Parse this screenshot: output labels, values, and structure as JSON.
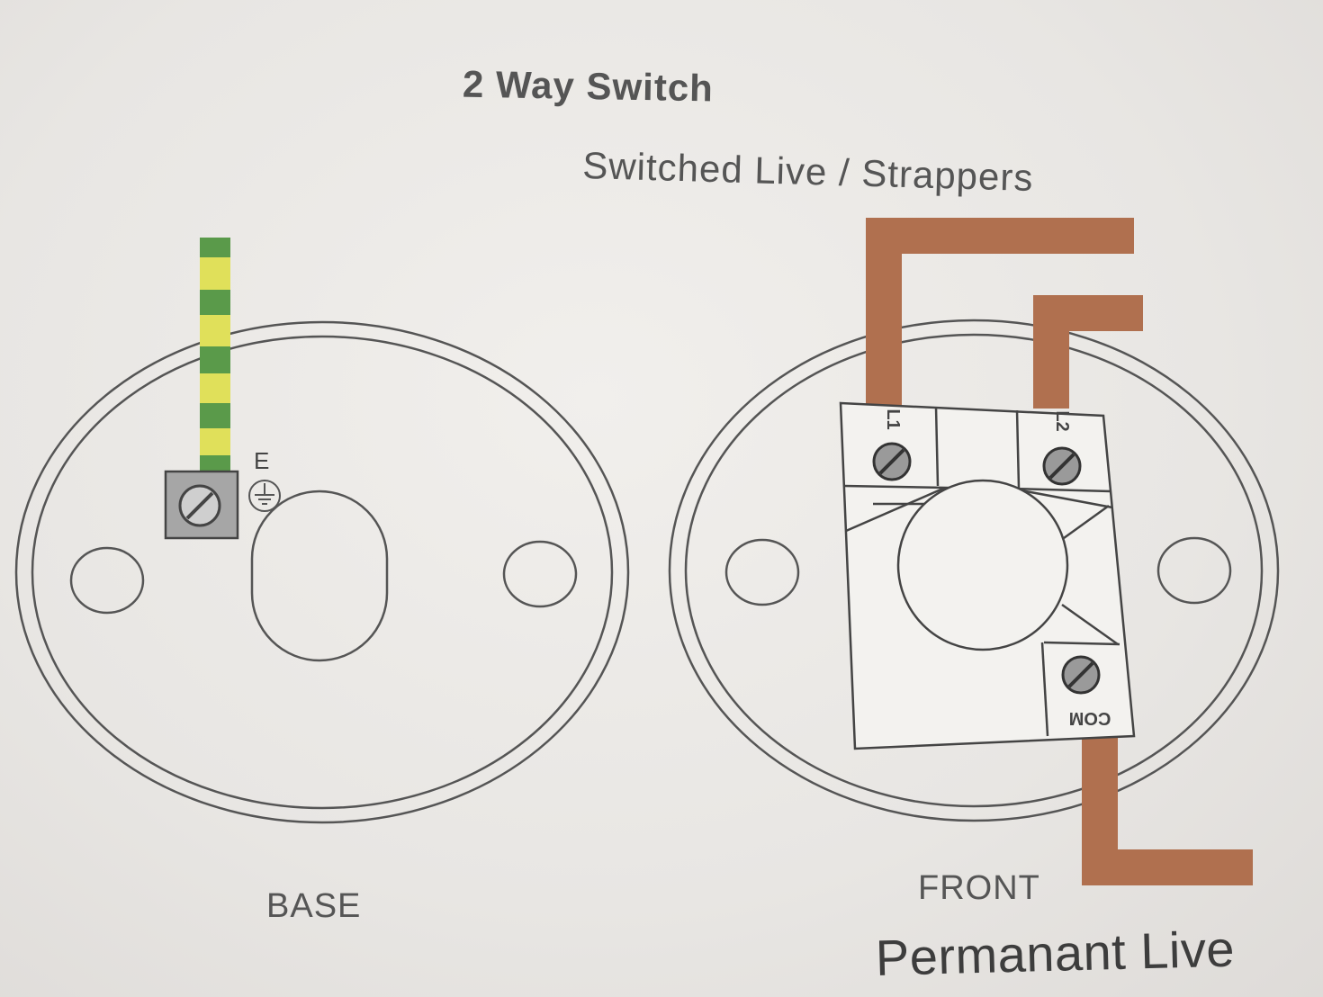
{
  "title": "2 Way Switch",
  "labels": {
    "switched_live": "Switched Live / Strappers",
    "base": "BASE",
    "front": "FRONT",
    "permanent_live": "Permanant Live"
  },
  "terminals": {
    "earth": "E",
    "l1": "L1",
    "l2": "L2",
    "com": "COM"
  },
  "colors": {
    "live_wire": "#b0704f",
    "earth_green": "#5a9a4a",
    "earth_yellow": "#e0e05a",
    "outline": "#4a4a4a",
    "earth_terminal": "#a6a6a6"
  }
}
